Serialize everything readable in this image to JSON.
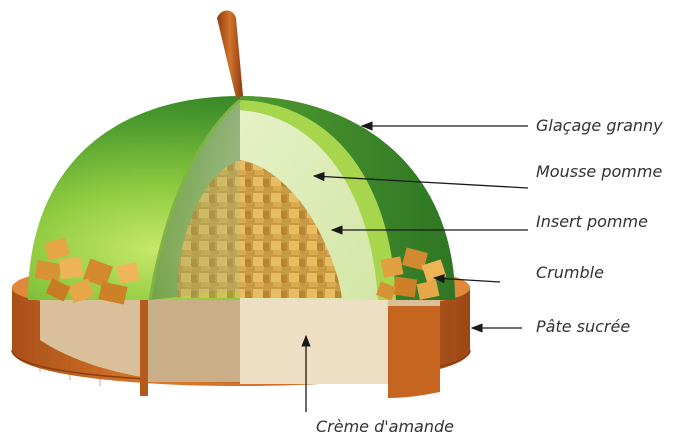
{
  "diagram": {
    "labels": {
      "glacage": "Glaçage granny",
      "mousse": "Mousse pomme",
      "insert": "Insert pomme",
      "crumble": "Crumble",
      "pate": "Pâte sucrée",
      "creme": "Crème d'amande"
    },
    "colors": {
      "glaze_dark": "#3f8f2c",
      "glaze_light": "#9bd146",
      "mousse": "#dcebb7",
      "insert": "#d9b25c",
      "crust": "#c9691f",
      "cream": "#ecdcc0",
      "crumble": "#e0a34a"
    }
  }
}
